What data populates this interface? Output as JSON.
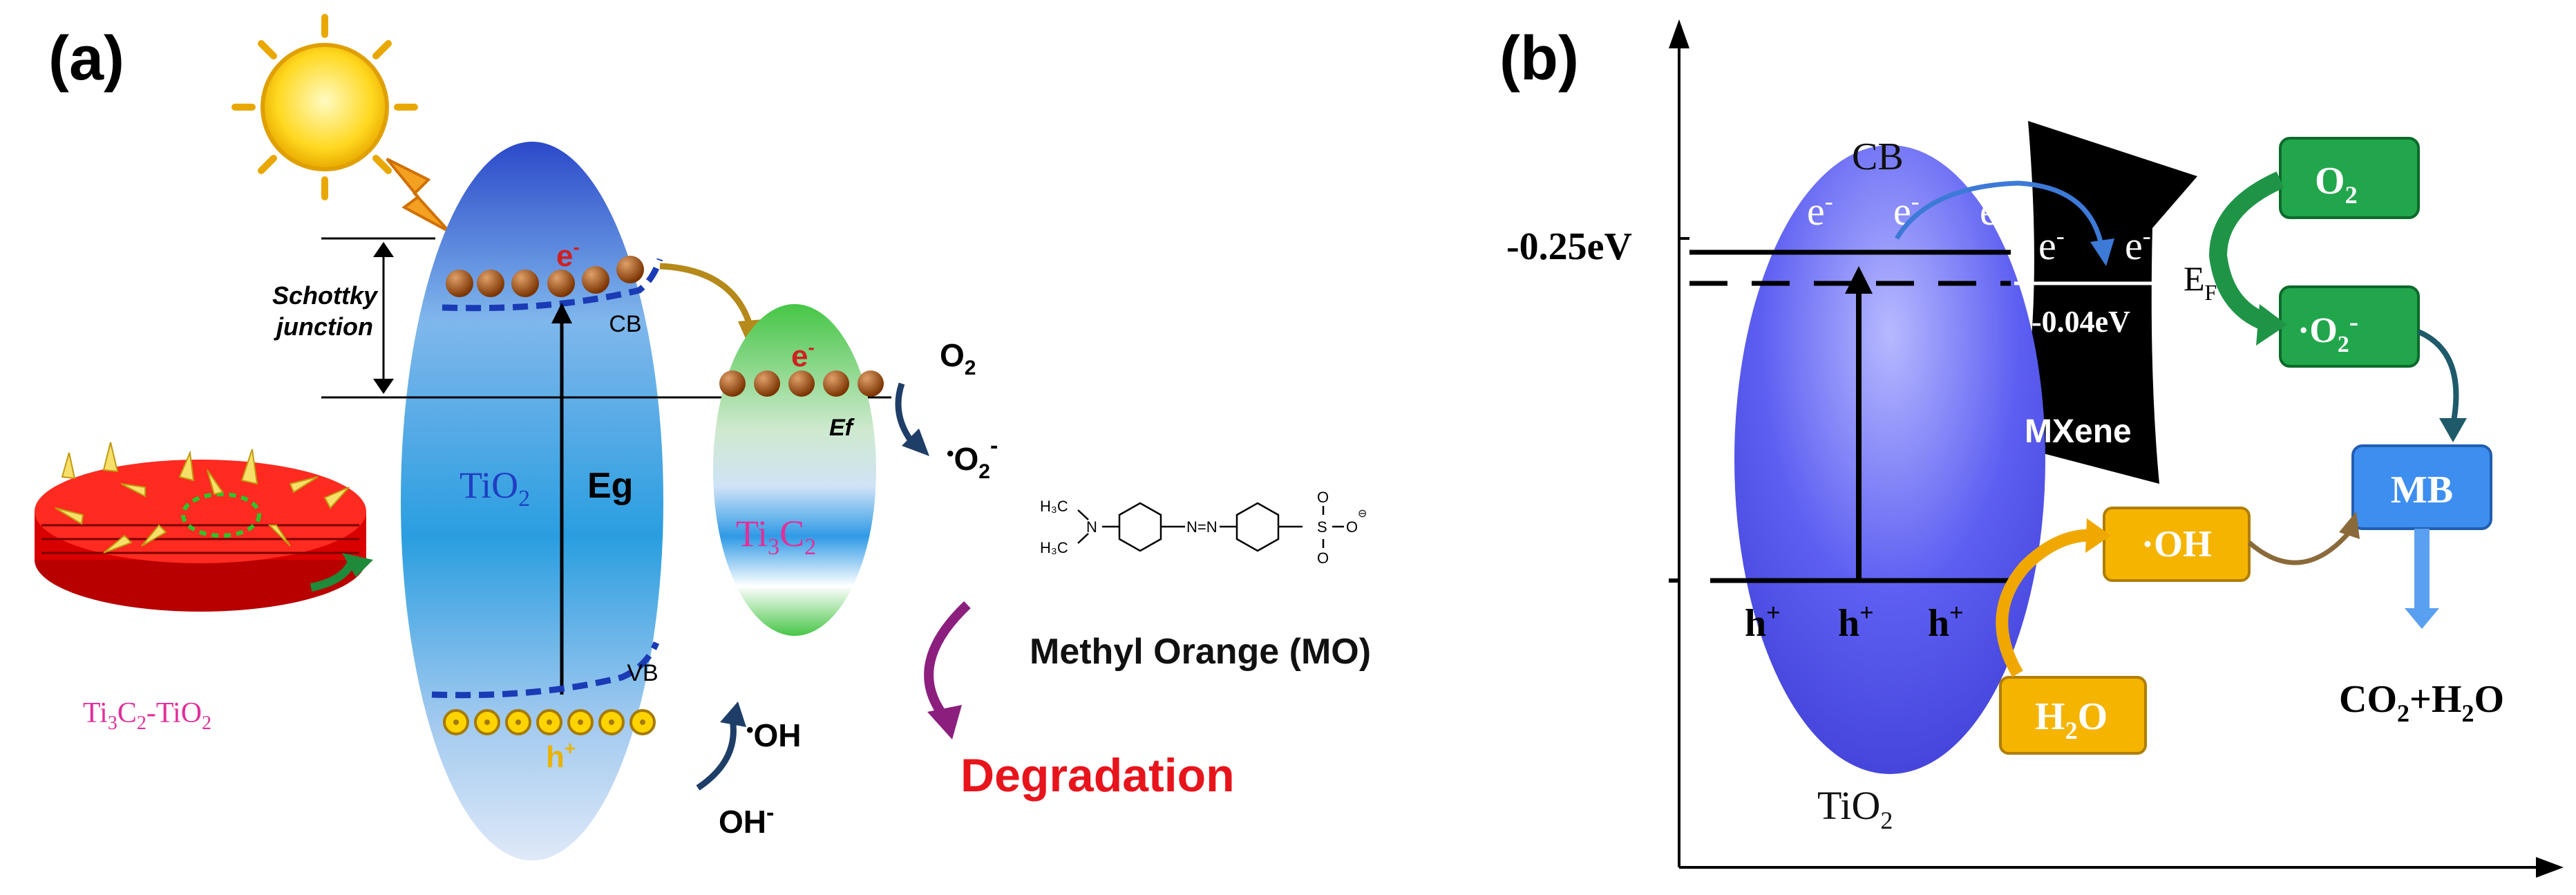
{
  "panel_a": {
    "label": "(a)",
    "schottky_line1": "Schottky",
    "schottky_line2": "junction",
    "electron": "e",
    "minus": "-",
    "cb": "CB",
    "vb": "VB",
    "hole": "h",
    "plus": "+",
    "tio2_main": "TiO",
    "sub2": "2",
    "sub3": "3",
    "eg": "Eg",
    "ti": "Ti",
    "c": "C",
    "ef": "Ef",
    "o2_o": "O",
    "radical_dot": "•",
    "superoxide_o": "O",
    "oh_radical": "OH",
    "hydroxide": "OH",
    "composite_ti": "Ti",
    "composite_c": "C",
    "composite_dash_tio": "-TiO",
    "mo_name": "Methyl Orange (MO)",
    "degradation": "Degradation",
    "structure": {
      "h3c_top": "H₃C",
      "h3c_bottom": "H₃C",
      "n": "N",
      "azo": "N=N",
      "s": "S",
      "o_top": "O",
      "o_bottom": "O",
      "o_minus": "O",
      "charge": "⊖"
    }
  },
  "panel_b": {
    "label": "(b)",
    "cb": "CB",
    "electron": "e",
    "minus": "-",
    "hole": "h",
    "plus": "+",
    "energy_cb": "-0.25eV",
    "energy_ef": "-0.04eV",
    "e": "E",
    "f": "F",
    "mxene": "MXene",
    "tio": "TiO",
    "sub2": "2",
    "o2_o": "O",
    "superoxide": "·O",
    "oh": "·OH",
    "mb": "MB",
    "h2o_h": "H",
    "h2o_o": "O",
    "co2": "CO",
    "plus_h": "+H",
    "products_o": "O"
  },
  "colors": {
    "tio2_blue": "#2a55c8",
    "violet": "#5b5df0",
    "green_box": "#21a64b",
    "orange_box": "#f5b400",
    "mb_box": "#3e8ef0",
    "degradation_red": "#e8141c",
    "pink": "#e0309a"
  },
  "icons": [
    "sun-icon",
    "lightning-icon",
    "curved-arrow-icon"
  ]
}
